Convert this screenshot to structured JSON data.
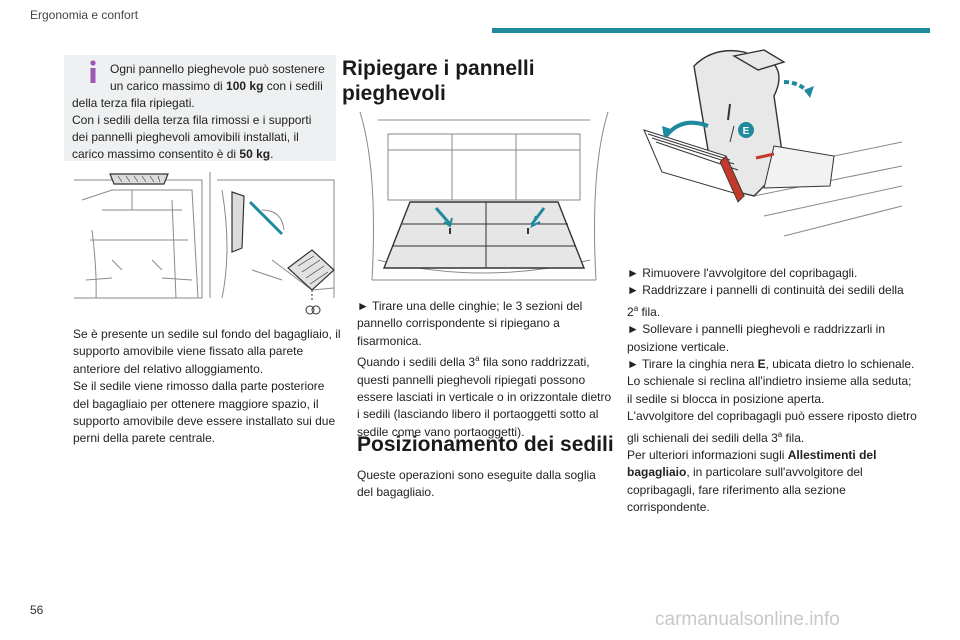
{
  "header": {
    "section": "Ergonomia e confort"
  },
  "page_number": "56",
  "watermark": "carmanualsonline.info",
  "info_box": {
    "line1_a": "Ogni pannello pieghevole può sostenere",
    "line2_a": "un carico massimo di ",
    "line2_b": "100 kg",
    "line2_c": " con i sedili",
    "line3": "della terza fila ripiegati.",
    "line4": "Con i sedili della terza fila rimossi e i supporti",
    "line5": "dei pannelli pieghevoli amovibili installati, il",
    "line6_a": "carico massimo consentito è di ",
    "line6_b": "50 kg",
    "line6_c": "."
  },
  "col1": {
    "p1": "Se è presente un sedile sul fondo del bagagliaio, il supporto amovibile viene fissato alla parete anteriore del relativo alloggiamento.",
    "p2": "Se il sedile viene rimosso dalla parte posteriore del bagagliaio per ottenere maggiore spazio, il supporto amovibile deve essere installato sui due perni della parete centrale."
  },
  "col2": {
    "heading1": "Ripiegare i pannelli pieghevoli",
    "step1": "► Tirare una delle cinghie; le 3 sezioni del pannello corrispondente si ripiegano a fisarmonica.",
    "p1_a": "Quando i sedili della 3",
    "p1_sup": "a",
    "p1_b": " fila sono raddrizzati, questi pannelli pieghevoli ripiegati possono essere lasciati in verticale o in orizzontale dietro i sedili (lasciando libero il portaoggetti sotto al sedile come vano portaoggetti).",
    "heading2": "Posizionamento dei sedili",
    "p2": "Queste operazioni sono eseguite dalla soglia del bagagliaio."
  },
  "col3": {
    "label_e": "E",
    "step1": "► Rimuovere l'avvolgitore del copribagagli.",
    "step2_a": "► Raddrizzare i pannelli di continuità dei sedili della 2",
    "step2_sup": "a",
    "step2_b": " fila.",
    "step3": "► Sollevare i pannelli pieghevoli e raddrizzarli in posizione verticale.",
    "step4_a": "► Tirare la cinghia nera ",
    "step4_b": "E",
    "step4_c": ", ubicata dietro lo schienale.",
    "p1": "Lo schienale si reclina all'indietro insieme alla seduta; il sedile si blocca in posizione aperta.",
    "p2_a": "L'avvolgitore del copribagagli può essere riposto dietro gli schienali dei sedili della 3",
    "p2_sup": "a",
    "p2_b": " fila.",
    "p3_a": "Per ulteriori informazioni sugli ",
    "p3_b": "Allestimenti del bagagliaio",
    "p3_c": ", in particolare sull'avvolgitore del copribagagli, fare riferimento alla sezione corrispondente."
  },
  "colors": {
    "accent": "#1f8a9e",
    "info_icon": "#9b59b6",
    "arrow": "#1f8a9e"
  }
}
